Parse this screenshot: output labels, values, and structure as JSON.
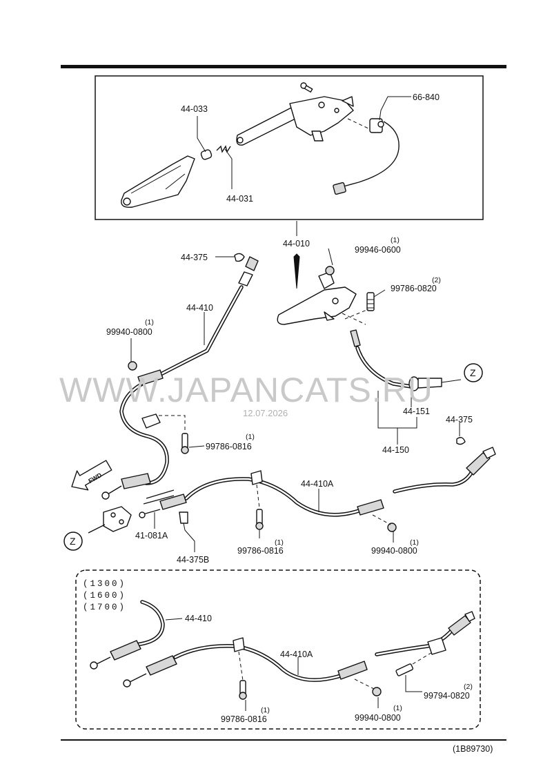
{
  "labels": {
    "l_44033": "44-033",
    "l_44031": "44-031",
    "l_66840": "66-840",
    "l_44010": "44-010",
    "l_44375_a": "44-375",
    "l_44410_a": "44-410",
    "l_99940_a": "99940-0800",
    "l_99946": "99946-0600",
    "l_99786_0820": "99786-0820",
    "l_99786_a": "99786-0816",
    "l_44151": "44-151",
    "l_44150": "44-150",
    "l_44375_b": "44-375",
    "l_44410A_a": "44-410A",
    "l_41081A": "41-081A",
    "l_44375B": "44-375B",
    "l_99786_b": "99786-0816",
    "l_99940_b": "99940-0800",
    "l_44410_b": "44-410",
    "l_44410A_b": "44-410A",
    "l_99794": "99794-0820",
    "l_99786_c": "99786-0816",
    "l_99940_c": "99940-0800"
  },
  "quantities": {
    "q_99940_a": "(1)",
    "q_99946": "(1)",
    "q_99786_0820": "(2)",
    "q_99786_a": "(1)",
    "q_99786_b": "(1)",
    "q_99940_b": "(1)",
    "q_99794": "(2)",
    "q_99786_c": "(1)",
    "q_99940_c": "(1)"
  },
  "engine_codes": [
    "(1300)",
    "(1600)",
    "(1700)"
  ],
  "markers": {
    "z1": "Z",
    "z2": "Z",
    "fwd": "FWD"
  },
  "watermark": {
    "site": "WWW.JAPANCATS.RU",
    "date": "12.07.2026"
  },
  "reference": "(1B89730)",
  "colors": {
    "line": "#111111",
    "watermark": "#c9c9c9",
    "background": "#ffffff"
  }
}
